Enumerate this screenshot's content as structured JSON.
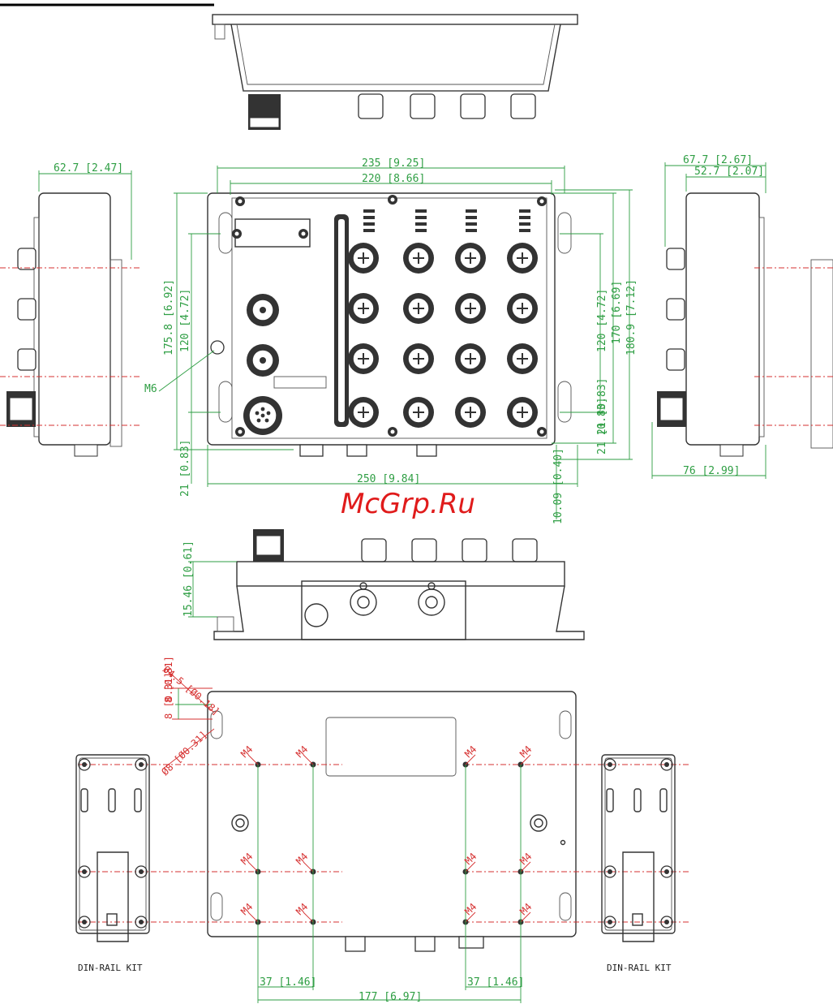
{
  "watermark": "McGrp.Ru",
  "front_view": {
    "width_outer": "235 [9.25]",
    "width_inner": "220 [8.66]",
    "width_total": "250 [9.84]",
    "height_left_outer": "175.8 [6.92]",
    "height_left_inner": "120 [4.72]",
    "height_right_1": "120 [4.72]",
    "height_right_2": "170 [6.69]",
    "height_right_3": "180.9 [7.12]",
    "offset_left_bottom": "21 [0.83]",
    "offset_right_bottom": "21 [0.83]",
    "offset_right_lower": "21 [0.83]",
    "bottom_offset": "10.09 [0.40]",
    "screw_label": "M6"
  },
  "left_side_view": {
    "depth": "62.7 [2.47]"
  },
  "right_side_view": {
    "depth_outer": "67.7 [2.67]",
    "depth_inner": "52.7 [2.07]",
    "depth_total": "76 [2.99]"
  },
  "bottom_view": {
    "flange_height": "15.46 [0.61]"
  },
  "rear_view": {
    "hole_diameter": "Ø4.5 [Ø0.18]",
    "hole_offset": "8 [0.31]",
    "hole_offset_2": "8 [0.31]",
    "slot_diameter": "Ø8 [Ø0.31]",
    "screw_label": "M4",
    "spacing_left": "37 [1.46]",
    "spacing_right": "37 [1.46]",
    "spacing_total": "177 [6.97]"
  },
  "din_rail_left_label": "DIN-RAIL KIT",
  "din_rail_right_label": "DIN-RAIL KIT",
  "colors": {
    "dimension": "#2e9e43",
    "centerline": "#d63030",
    "outline": "#333333"
  }
}
